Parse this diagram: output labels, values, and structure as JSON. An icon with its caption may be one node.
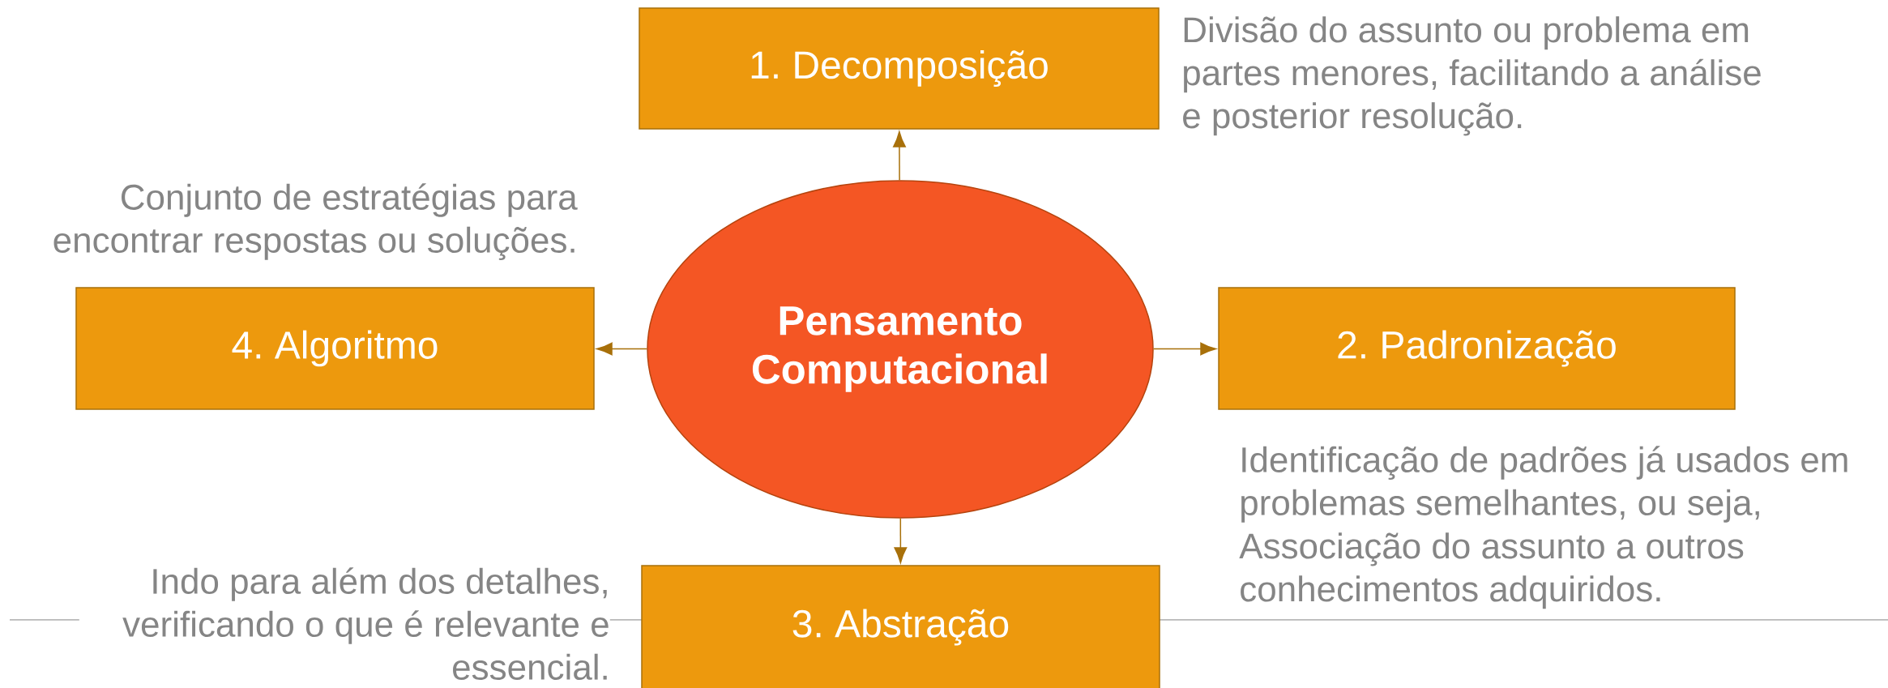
{
  "diagram": {
    "nodes": [
      {
        "text": [
          "1. Decomposição"
        ],
        "beside": [
          "Divisão do assunto ou problema em partes menores, facilitando a análise e posterior resolução."
        ]
      },
      {
        "text": [
          "4. Algoritmo"
        ],
        "beside": [
          "Conjunto de estratégias para encontrar respostas ou soluções."
        ]
      },
      {
        "text": [
          "Pensamento Computacional"
        ]
      },
      {
        "text": [
          "2. Padronização"
        ],
        "beside": [
          "Identificação de padrões já usados em problemas semelhantes, ou seja,",
          "Associação do assunto a outros conhecimentos adquiridos."
        ]
      },
      {
        "text": [
          "3. Abstração"
        ],
        "beside": [
          "Indo para além dos detalhes, verificando o que é relevante e essencial."
        ]
      }
    ],
    "edges": [
      {
        "from": 2,
        "to": 0,
        "arrow": "to"
      },
      {
        "from": 2,
        "to": 3,
        "arrow": "to"
      },
      {
        "from": 2,
        "to": 4,
        "arrow": "to"
      },
      {
        "from": 2,
        "to": 1,
        "arrow": "to"
      }
    ]
  }
}
